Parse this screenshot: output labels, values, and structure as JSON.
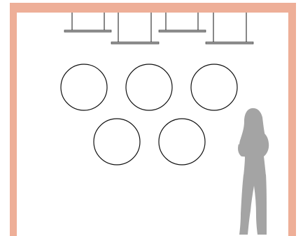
{
  "diagram": {
    "wall_color": "#eeaf98",
    "background_color": "#ffffff",
    "line_color": "#111111",
    "shelf_color": "#9a9a9a",
    "figure_color": "#a4a4a4",
    "hanging_fixture_count": 4,
    "circle_count": 5,
    "circle_rows": [
      3,
      2
    ],
    "human_silhouette": "standing-woman-silhouette"
  }
}
